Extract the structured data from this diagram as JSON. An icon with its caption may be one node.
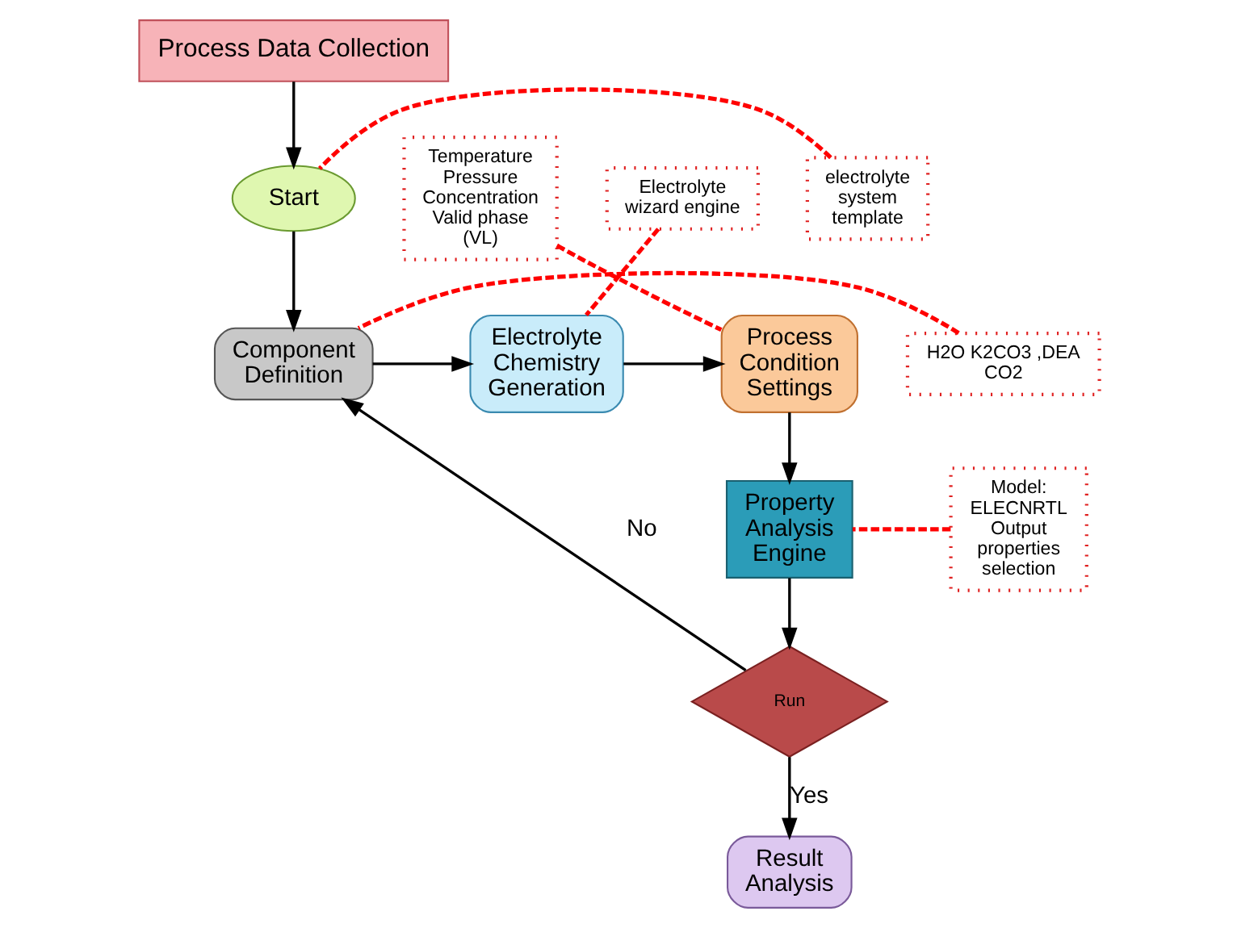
{
  "diagram": {
    "nodes": [
      {
        "text": [
          "Process Data Collection"
        ]
      },
      {
        "text": [
          "Start"
        ]
      },
      {
        "text": [
          "electrolyte system template"
        ]
      },
      {
        "text": [
          "Component Definition"
        ]
      },
      {
        "text": [
          "Electrolyte Chemistry Generation"
        ]
      },
      {
        "text": [
          "Process Condition Settings"
        ]
      },
      {
        "text": [
          "Electrolyte wizard engine"
        ]
      },
      {
        "text": [
          "Temperature Pressure Concentration Valid phase (VL)"
        ]
      },
      {
        "text": [
          "H2O K2CO3 ,DEA CO2"
        ]
      },
      {
        "text": [
          "Property Analysis Engine"
        ]
      },
      {
        "text": [
          "Model: ELECNRTL Output properties selection"
        ]
      },
      {
        "text": [
          "Run"
        ]
      },
      {
        "text": [
          "Result Analysis"
        ]
      }
    ],
    "edges": [
      {
        "from": 0,
        "to": 1,
        "arrow": "to"
      },
      {
        "from": 1,
        "to": 3,
        "arrow": "to"
      },
      {
        "from": 2,
        "to": 1,
        "arrow": "none",
        "style": "dashed",
        "color": "#ff0000"
      },
      {
        "from": 8,
        "to": 3,
        "arrow": "none",
        "style": "dashed",
        "color": "#ff0000"
      },
      {
        "from": 3,
        "to": 4,
        "arrow": "to"
      },
      {
        "from": 4,
        "to": 5,
        "arrow": "to"
      },
      {
        "from": 6,
        "to": 4,
        "arrow": "none",
        "style": "dashed",
        "color": "#ff0000"
      },
      {
        "from": 7,
        "to": 5,
        "arrow": "none",
        "style": "dashed",
        "color": "#ff0000"
      },
      {
        "from": 5,
        "to": 9,
        "arrow": "to"
      },
      {
        "from": 9,
        "to": 11,
        "arrow": "to"
      },
      {
        "from": 10,
        "to": 9,
        "arrow": "none",
        "style": "dashed",
        "color": "#ff0000"
      },
      {
        "from": 11,
        "to": 3,
        "arrow": "to",
        "label": "No"
      },
      {
        "from": 11,
        "to": 12,
        "arrow": "to",
        "label": "Yes"
      }
    ]
  }
}
